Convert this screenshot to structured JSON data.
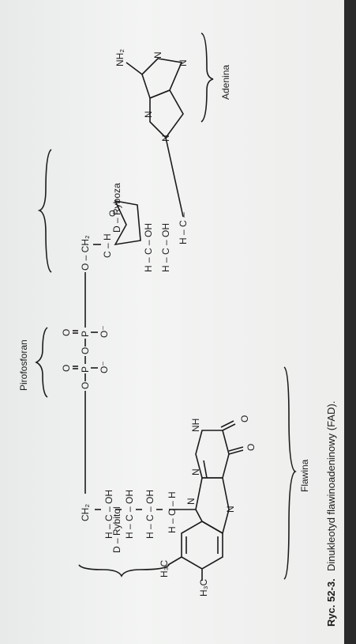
{
  "figure": {
    "caption_number": "Ryc. 52-3.",
    "caption_text": "Dinukleotyd flawinoadeninowy (FAD).",
    "labels": {
      "adenine": "Adenina",
      "d_ribose": "D – Ryboza",
      "pyrophosphate": "Pirofosforan",
      "d_ribitol": "D – Rybitol",
      "flavin": "Flawina"
    },
    "atoms": {
      "nh2": "NH₂",
      "n": "N",
      "nh": "NH",
      "o": "O",
      "o_minus": "O⁻",
      "p": "P",
      "h3c": "H₃C",
      "oh": "OH",
      "ch2": "CH₂",
      "o_ch2": "O – CH₂",
      "c_h": "C – H",
      "h_c": "H – C –",
      "hc_oh": "H – C – OH",
      "hc_h": "H – C – H",
      "hcoh_ring": "H – C – OH"
    }
  }
}
